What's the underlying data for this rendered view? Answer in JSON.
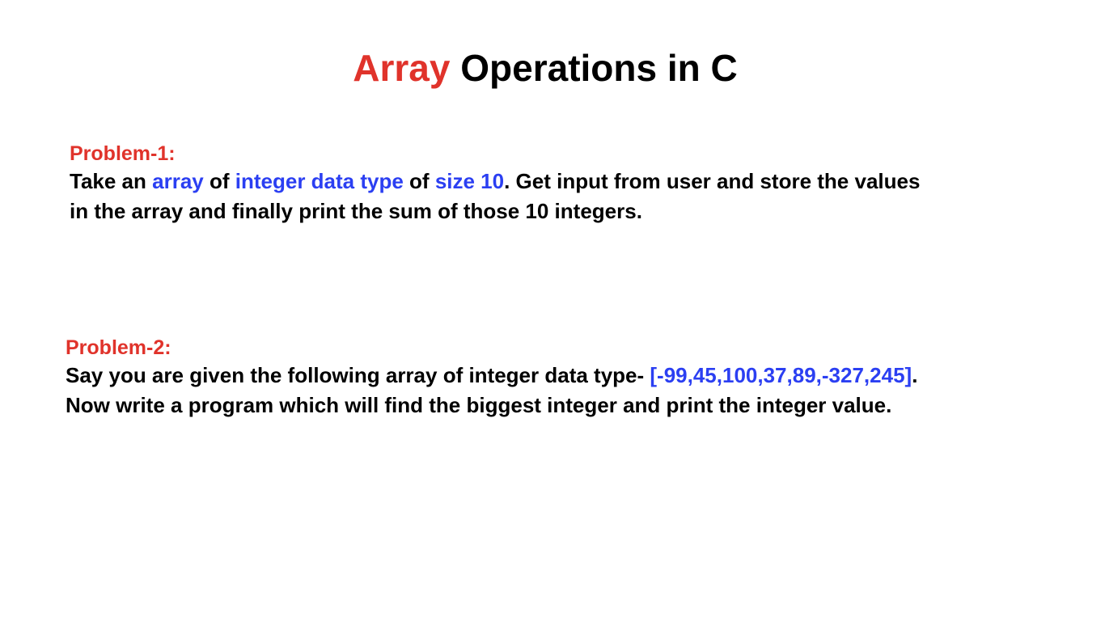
{
  "title": {
    "highlight": "Array",
    "rest": " Operations in C"
  },
  "problem1": {
    "heading": "Problem-1:",
    "line1": {
      "t1": "Take an ",
      "k1": "array",
      "t2": " of ",
      "k2": "integer data type",
      "t3": " of ",
      "k3": "size 10",
      "t4": ". Get input from user and store the values"
    },
    "line2": "in the array and finally print the sum of those 10 integers."
  },
  "problem2": {
    "heading": "Problem-2:",
    "line1": {
      "t1": "Say you are given the following array of integer data type- ",
      "k1": "[-99,45,100,37,89,-327,245]",
      "t2": "."
    },
    "line2": "Now write a program which will find the biggest integer and print the integer value."
  },
  "colors": {
    "heading_red": "#e0332b",
    "keyword_blue": "#2b3ff2",
    "text_black": "#000000",
    "background": "#ffffff"
  }
}
